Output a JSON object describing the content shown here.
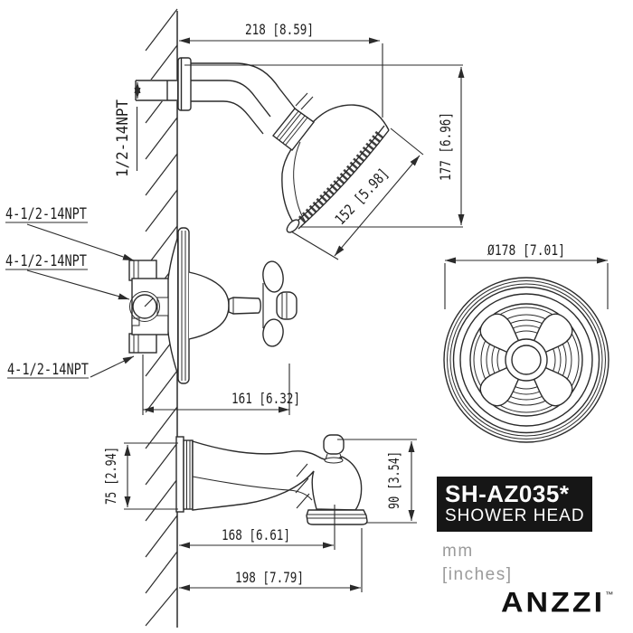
{
  "drawing": {
    "dimensions": {
      "arm_length": "218 [8.59]",
      "head_drop_height": "177 [6.96]",
      "head_face_diameter": "152 [5.98]",
      "valve_depth": "161 [6.32]",
      "escutcheon_diameter": "Ø178 [7.01]",
      "spout_flange_height": "75 [2.94]",
      "spout_height": "90 [3.54]",
      "spout_reach": "168 [6.61]",
      "spout_overall_reach": "198 [7.79]"
    },
    "labels": {
      "arm_thread": "1/2-14NPT",
      "valve_thread_top": "4-1/2-14NPT",
      "valve_thread_mid": "4-1/2-14NPT",
      "valve_thread_bottom": "4-1/2-14NPT"
    }
  },
  "product": {
    "model": "SH-AZ035*",
    "name": "SHOWER HEAD"
  },
  "units": {
    "primary": "mm",
    "secondary": "[inches]"
  },
  "brand": {
    "name": "ANZZI",
    "trademark": "™"
  },
  "colors": {
    "line": "#2b2b2b",
    "text": "#1e1e1e",
    "box_bg": "#161616",
    "box_text": "#ffffff",
    "muted": "#9b9b9b",
    "background": "#ffffff"
  }
}
